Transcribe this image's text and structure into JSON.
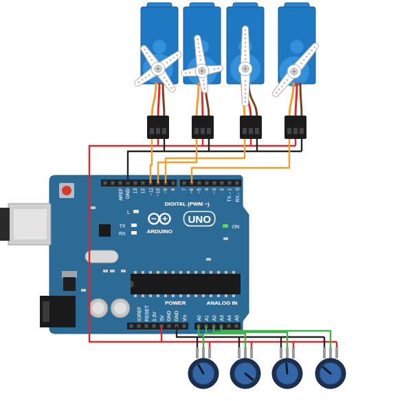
{
  "diagram": {
    "nodes": [
      {
        "text": [
          "ARDUINO",
          "UNO"
        ]
      }
    ],
    "labels": [
      "AREF",
      "GND",
      "13",
      "12",
      "~11",
      "~10",
      "~9",
      "8",
      "7",
      "~6",
      "~5",
      "4",
      "~3",
      "2",
      "TX→1",
      "RX←0",
      "DIGITAL (PWM ~)",
      "L",
      "TX",
      "RX",
      "ON",
      "IOREF",
      "RESET",
      "3.3V",
      "5V",
      "GND",
      "GND",
      "Vin",
      "POWER",
      "ANALOG IN",
      "A0",
      "A1",
      "A2",
      "A3",
      "A4",
      "A5"
    ]
  }
}
